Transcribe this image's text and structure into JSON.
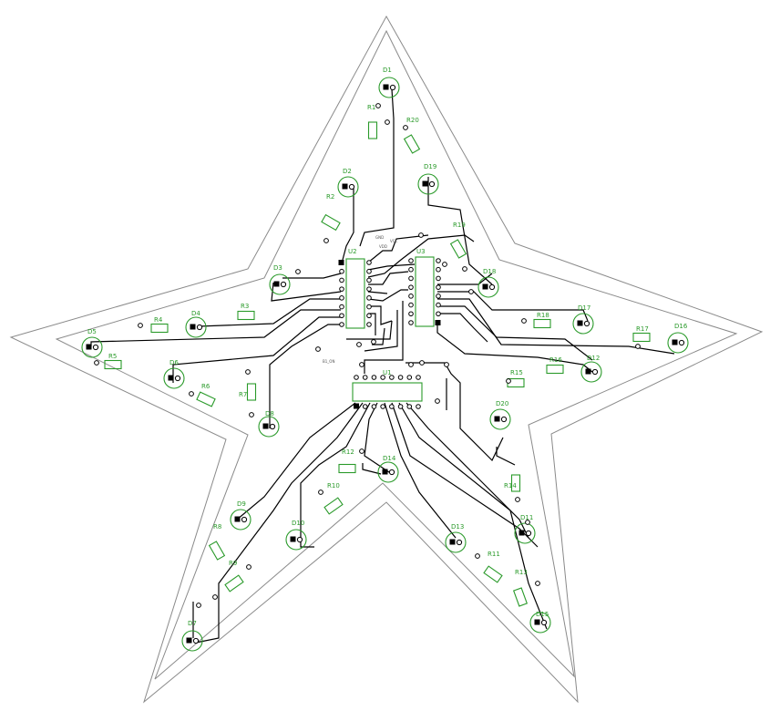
{
  "colors": {
    "outline": "#8a8a8a",
    "silkscreen": "#2a9a2a",
    "copper": "#000000",
    "background": "#ffffff"
  },
  "leds": [
    {
      "id": "D1",
      "label": "D1"
    },
    {
      "id": "D2",
      "label": "D2"
    },
    {
      "id": "D3",
      "label": "D3"
    },
    {
      "id": "D4",
      "label": "D4"
    },
    {
      "id": "D5",
      "label": "D5"
    },
    {
      "id": "D6",
      "label": "D6"
    },
    {
      "id": "D7",
      "label": "D7"
    },
    {
      "id": "D8",
      "label": "D8"
    },
    {
      "id": "D9",
      "label": "D9"
    },
    {
      "id": "D10",
      "label": "D10"
    },
    {
      "id": "D11",
      "label": "D11"
    },
    {
      "id": "D12",
      "label": "D12"
    },
    {
      "id": "D13",
      "label": "D13"
    },
    {
      "id": "D14",
      "label": "D14"
    },
    {
      "id": "D15",
      "label": "D15"
    },
    {
      "id": "D16",
      "label": "D16"
    },
    {
      "id": "D17",
      "label": "D17"
    },
    {
      "id": "D18",
      "label": "D18"
    },
    {
      "id": "D19",
      "label": "D19"
    },
    {
      "id": "D20",
      "label": "D20"
    }
  ],
  "resistors": [
    {
      "id": "R1",
      "label": "R1"
    },
    {
      "id": "R2",
      "label": "R2"
    },
    {
      "id": "R3",
      "label": "R3"
    },
    {
      "id": "R4",
      "label": "R4"
    },
    {
      "id": "R5",
      "label": "R5"
    },
    {
      "id": "R6",
      "label": "R6"
    },
    {
      "id": "R7",
      "label": "R7"
    },
    {
      "id": "R8",
      "label": "R8"
    },
    {
      "id": "R9",
      "label": "R9"
    },
    {
      "id": "R10",
      "label": "R10"
    },
    {
      "id": "R11",
      "label": "R11"
    },
    {
      "id": "R12",
      "label": "R12"
    },
    {
      "id": "R13",
      "label": "R13"
    },
    {
      "id": "R14",
      "label": "R14"
    },
    {
      "id": "R15",
      "label": "R15"
    },
    {
      "id": "R16",
      "label": "R16"
    },
    {
      "id": "R17",
      "label": "R17"
    },
    {
      "id": "R18",
      "label": "R18"
    },
    {
      "id": "R19",
      "label": "R19"
    },
    {
      "id": "R20",
      "label": "R20"
    }
  ],
  "ics": [
    {
      "id": "U1",
      "label": "U1"
    },
    {
      "id": "U2",
      "label": "U2"
    },
    {
      "id": "U3",
      "label": "U3"
    }
  ],
  "small_labels": {
    "power_a": "GND",
    "power_b": "VCC",
    "power_c": "VDD",
    "test_point": "B1_ON"
  }
}
